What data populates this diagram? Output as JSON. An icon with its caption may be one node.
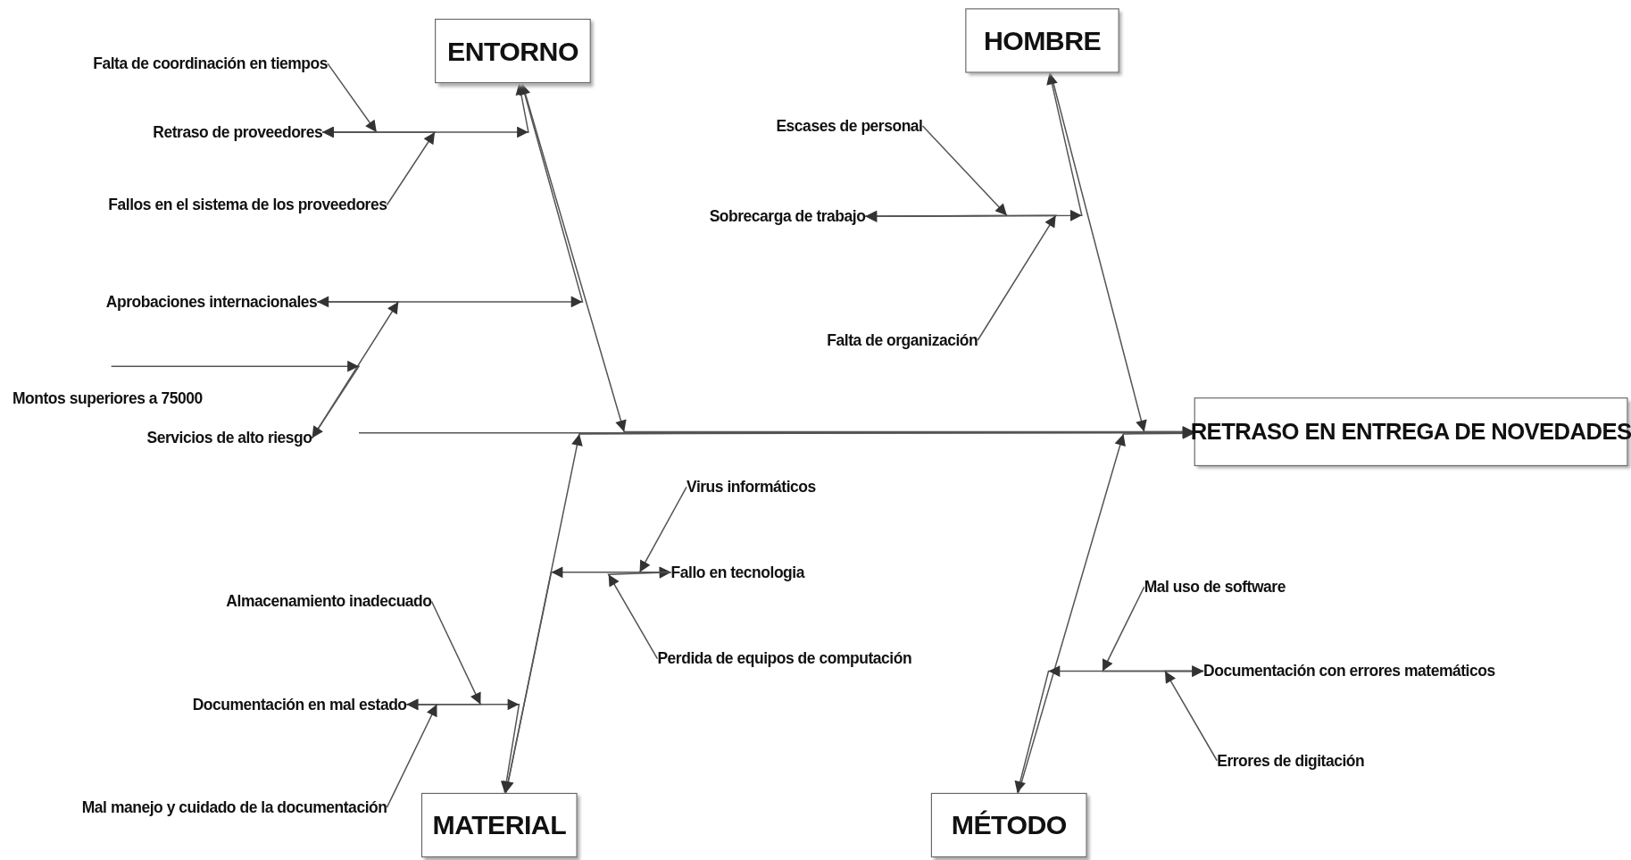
{
  "diagram": {
    "nodes": [
      {
        "text": [
          "ENTORNO"
        ]
      },
      {
        "text": [
          "HOMBRE"
        ]
      },
      {
        "text": [
          "Falta de coordinación en tiempos"
        ]
      },
      {
        "text": [
          "Retraso de proveedores"
        ]
      },
      {
        "text": [
          "Fallos en el sistema de los proveedores"
        ]
      },
      {
        "text": [
          "Escases de personal"
        ]
      },
      {
        "text": [
          "Sobrecarga de trabajo"
        ]
      },
      {
        "text": [
          "Falta de organización"
        ]
      },
      {
        "text": [
          "Aprobaciones internacionales"
        ]
      },
      {
        "text": [
          "Montos superiores a 75000"
        ]
      },
      {
        "text": [
          "Servicios de alto riesgo"
        ]
      },
      {
        "text": [
          "RETRASO EN ENTREGA DE NOVEDADES"
        ]
      },
      {
        "text": [
          "Virus informáticos"
        ]
      },
      {
        "text": [
          "Fallo en tecnologia"
        ]
      },
      {
        "text": [
          "Almacenamiento inadecuado"
        ]
      },
      {
        "text": [
          "Mal uso de software"
        ]
      },
      {
        "text": [
          "Perdida de equipos de computación"
        ]
      },
      {
        "text": [
          "Documentación con errores matemáticos"
        ]
      },
      {
        "text": [
          "Documentación en mal estado"
        ]
      },
      {
        "text": [
          "Errores de digitación"
        ]
      },
      {
        "text": [
          "Mal manejo y cuidado de la documentación"
        ]
      },
      {
        "text": [
          "MATERIAL"
        ]
      },
      {
        "text": [
          "MÉTODO"
        ]
      }
    ],
    "edges": [
      {
        "from": 0,
        "to": 11,
        "arrow": "to"
      },
      {
        "from": 1,
        "to": 11,
        "arrow": "to"
      },
      {
        "from": 21,
        "to": 11,
        "arrow": "to"
      },
      {
        "from": 22,
        "to": 11,
        "arrow": "to"
      },
      {
        "from": 2,
        "to": 3,
        "arrow": "to"
      },
      {
        "from": 3,
        "to": 0,
        "arrow": "to"
      },
      {
        "from": 4,
        "to": 3,
        "arrow": "to"
      },
      {
        "from": 8,
        "to": 0,
        "arrow": "to"
      },
      {
        "from": 10,
        "to": 8,
        "arrow": "to"
      },
      {
        "from": 9,
        "to": 10,
        "arrow": "to"
      },
      {
        "from": 5,
        "to": 6,
        "arrow": "to"
      },
      {
        "from": 6,
        "to": 1,
        "arrow": "to"
      },
      {
        "from": 7,
        "to": 6,
        "arrow": "to"
      },
      {
        "from": 12,
        "to": 13,
        "arrow": "to"
      },
      {
        "from": 16,
        "to": 13,
        "arrow": "to"
      },
      {
        "from": 13,
        "to": 21,
        "arrow": "to"
      },
      {
        "from": 14,
        "to": 18,
        "arrow": "to"
      },
      {
        "from": 18,
        "to": 21,
        "arrow": "to"
      },
      {
        "from": 20,
        "to": 18,
        "arrow": "to"
      },
      {
        "from": 15,
        "to": 17,
        "arrow": "to"
      },
      {
        "from": 17,
        "to": 22,
        "arrow": "to"
      },
      {
        "from": 19,
        "to": 17,
        "arrow": "to"
      }
    ]
  }
}
